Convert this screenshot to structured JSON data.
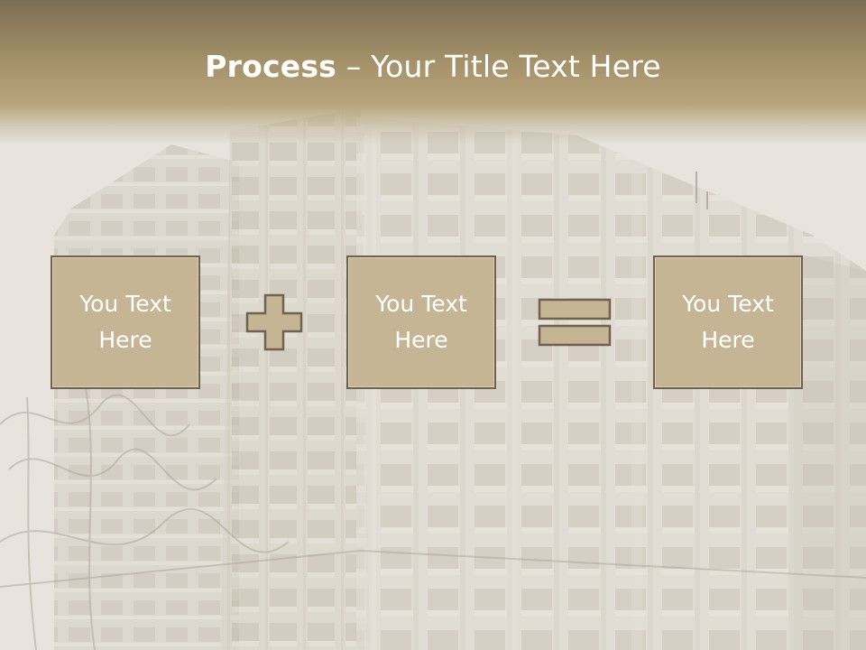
{
  "slide": {
    "title_bold": "Process",
    "title_rest": " – Your Title Text Here",
    "box1_text": "You Text\nHere",
    "box2_text": "You Text\nHere",
    "box3_text": "You Text\nHere",
    "operator_1": "plus-icon",
    "operator_2": "equals-icon"
  },
  "colors": {
    "header_dark": "#7c6e53",
    "header_light": "#b7a47c",
    "box_fill": "#c5b594",
    "box_border": "#6f6350",
    "text": "#ffffff"
  }
}
